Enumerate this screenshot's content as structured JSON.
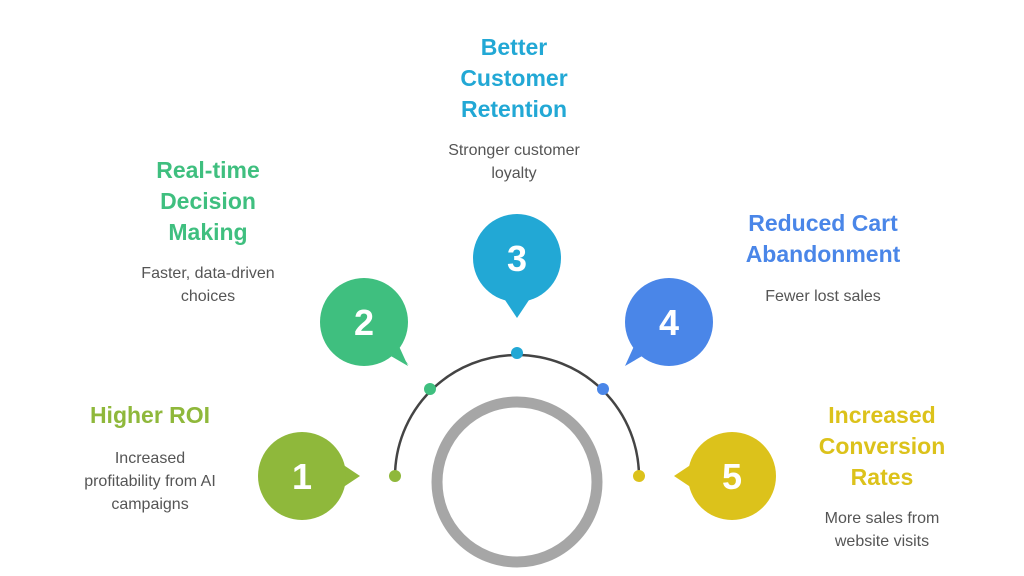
{
  "colors": {
    "step1": "#8fb83b",
    "step2": "#3fbf7f",
    "step3": "#22a8d5",
    "step4": "#4a86e8",
    "step5": "#dcc21b",
    "arc": "#444444",
    "ring": "#a6a6a6",
    "text": "#555555"
  },
  "steps": [
    {
      "number": "1",
      "title": "Higher ROI",
      "description": "Increased\nprofitability from AI\ncampaigns"
    },
    {
      "number": "2",
      "title": "Real-time\nDecision\nMaking",
      "description": "Faster, data-driven\nchoices"
    },
    {
      "number": "3",
      "title": "Better\nCustomer\nRetention",
      "description": "Stronger customer\nloyalty"
    },
    {
      "number": "4",
      "title": "Reduced Cart\nAbandonment",
      "description": "Fewer lost sales"
    },
    {
      "number": "5",
      "title": "Increased\nConversion\nRates",
      "description": "More sales from\nwebsite visits"
    }
  ]
}
